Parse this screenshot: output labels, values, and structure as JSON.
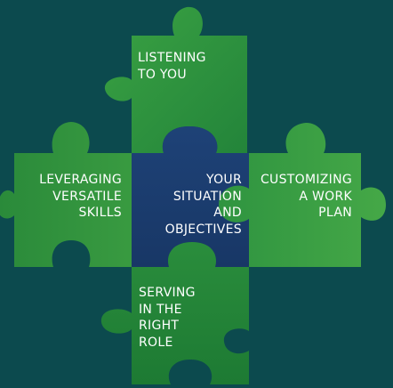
{
  "colors": {
    "background": "#0c4a4e",
    "green_piece": "#349a3e",
    "green_piece_dark": "#1f7f34",
    "green_piece_light": "#46aa48",
    "center_piece": "#1a3b6e",
    "text": "#ffffff"
  },
  "pieces": {
    "top": {
      "lines": [
        "LISTENING",
        "TO YOU"
      ]
    },
    "left": {
      "lines": [
        "LEVERAGING",
        "VERSATILE",
        "SKILLS"
      ]
    },
    "center": {
      "lines": [
        "YOUR",
        "SITUATION",
        "AND",
        "OBJECTIVES"
      ]
    },
    "right": {
      "lines": [
        "CUSTOMIZING",
        "A WORK",
        "PLAN"
      ]
    },
    "bottom": {
      "lines": [
        "SERVING",
        "IN THE",
        "RIGHT",
        "ROLE"
      ]
    }
  }
}
